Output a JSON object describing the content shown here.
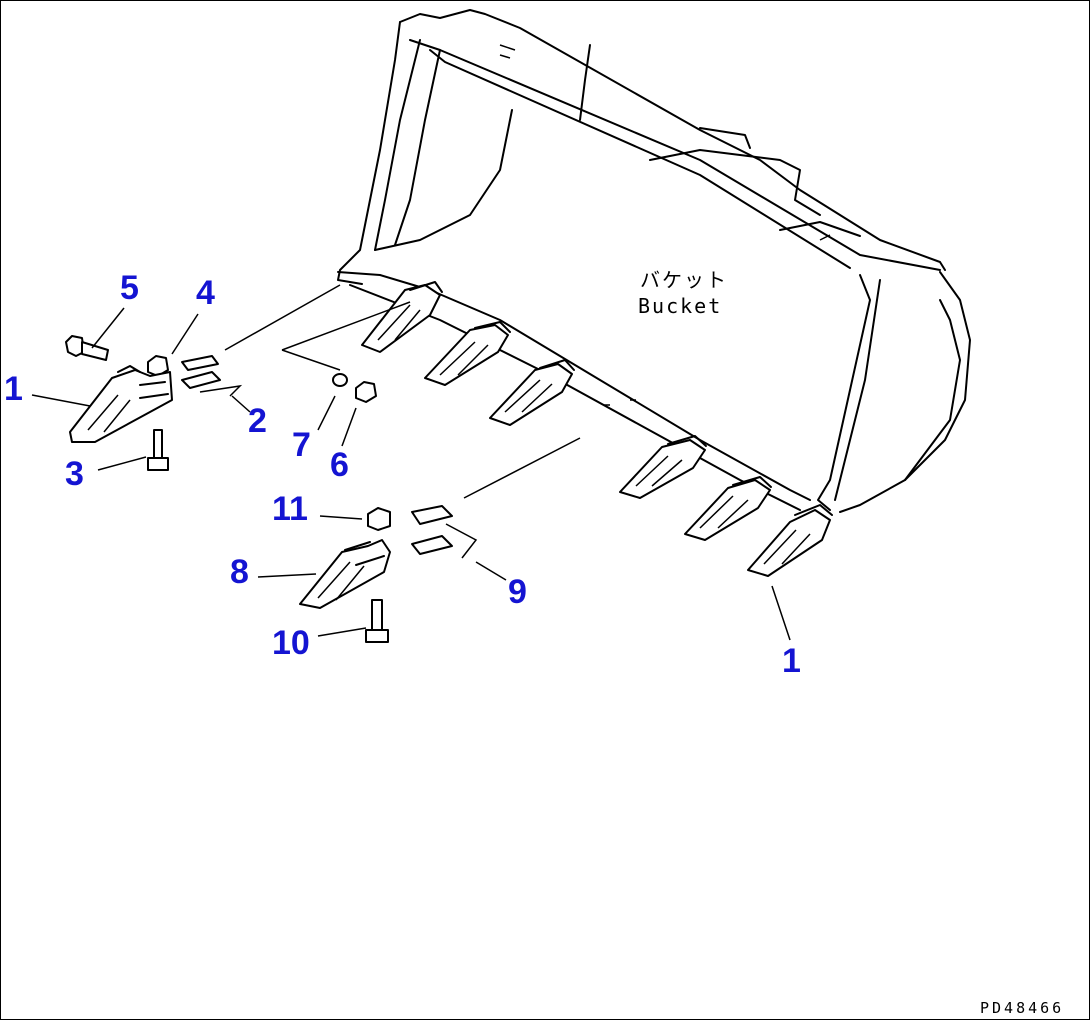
{
  "diagram": {
    "bucket_label_jp": "バケット",
    "bucket_label_en": "Bucket",
    "drawing_code": "PD48466",
    "callout_color": "#1414d2",
    "callouts": {
      "c1_left": "1",
      "c1_right": "1",
      "c2": "2",
      "c3": "3",
      "c4": "4",
      "c5": "5",
      "c6": "6",
      "c7": "7",
      "c8": "8",
      "c9": "9",
      "c10": "10",
      "c11": "11"
    }
  }
}
